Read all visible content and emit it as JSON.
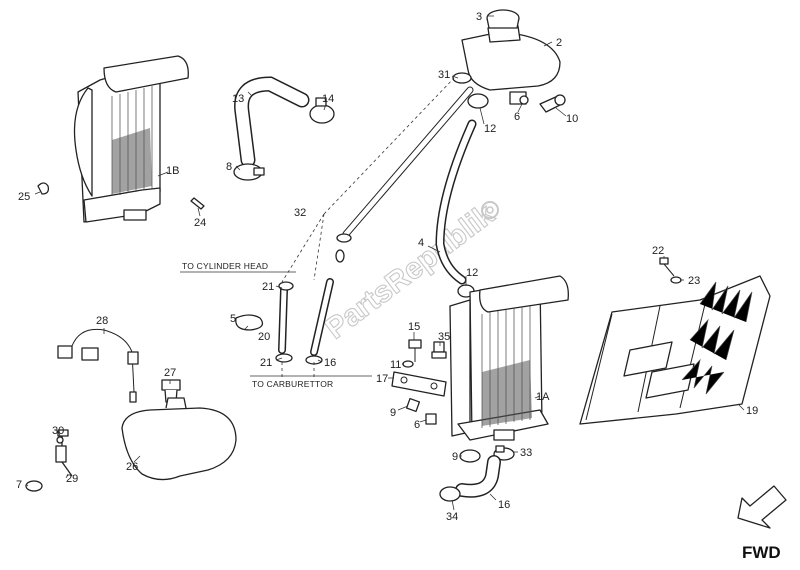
{
  "callouts": {
    "c1A": "1A",
    "c1B": "1B",
    "c2": "2",
    "c3": "3",
    "c4": "4",
    "c5": "5",
    "c6a": "6",
    "c6b": "6",
    "c7": "7",
    "c8": "8",
    "c9a": "9",
    "c9b": "9",
    "c10": "10",
    "c11": "11",
    "c12a": "12",
    "c12b": "12",
    "c13": "13",
    "c14": "14",
    "c15": "15",
    "c16a": "16",
    "c16b": "16",
    "c17": "17",
    "c19": "19",
    "c20": "20",
    "c21a": "21",
    "c21b": "21",
    "c22": "22",
    "c23": "23",
    "c24": "24",
    "c25": "25",
    "c26": "26",
    "c27": "27",
    "c28": "28",
    "c29": "29",
    "c30": "30",
    "c31": "31",
    "c32": "32",
    "c33": "33",
    "c34": "34",
    "c35": "35"
  },
  "notes": {
    "cylinder_head": "TO CYLINDER HEAD",
    "carburettor": "TO CARBURETTOR"
  },
  "direction_label": "FWD",
  "watermark": "PartsRepublik"
}
